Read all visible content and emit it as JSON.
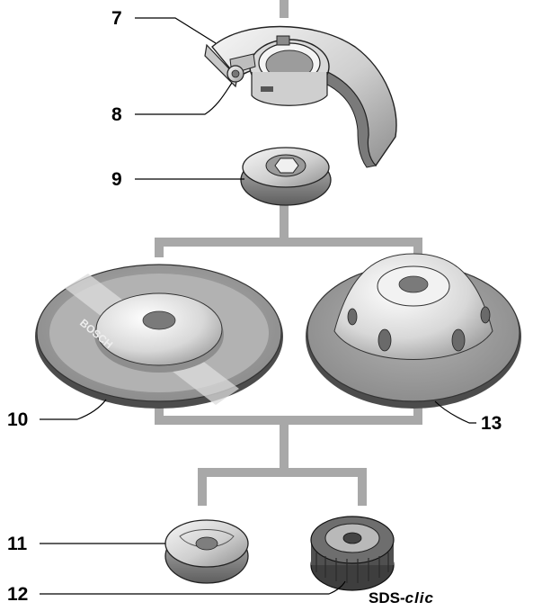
{
  "callouts": {
    "guard": "7",
    "guard_screw": "8",
    "mounting_flange": "9",
    "grinding_disc": "10",
    "clamp_nut": "11",
    "quick_clamp_nut": "12",
    "cup_grinding_disc": "13"
  },
  "disc_brand_text": "BOSCH",
  "quick_clamp_label": {
    "prefix": "SDS-",
    "suffix": "clic"
  },
  "colors": {
    "connector": "#a8a8a8",
    "metal_light": "#e8e8e8",
    "metal_dark": "#8a8a8a",
    "disc_body": "#9a9a9a",
    "disc_rim": "#5a5a5a",
    "ink": "#000000"
  }
}
